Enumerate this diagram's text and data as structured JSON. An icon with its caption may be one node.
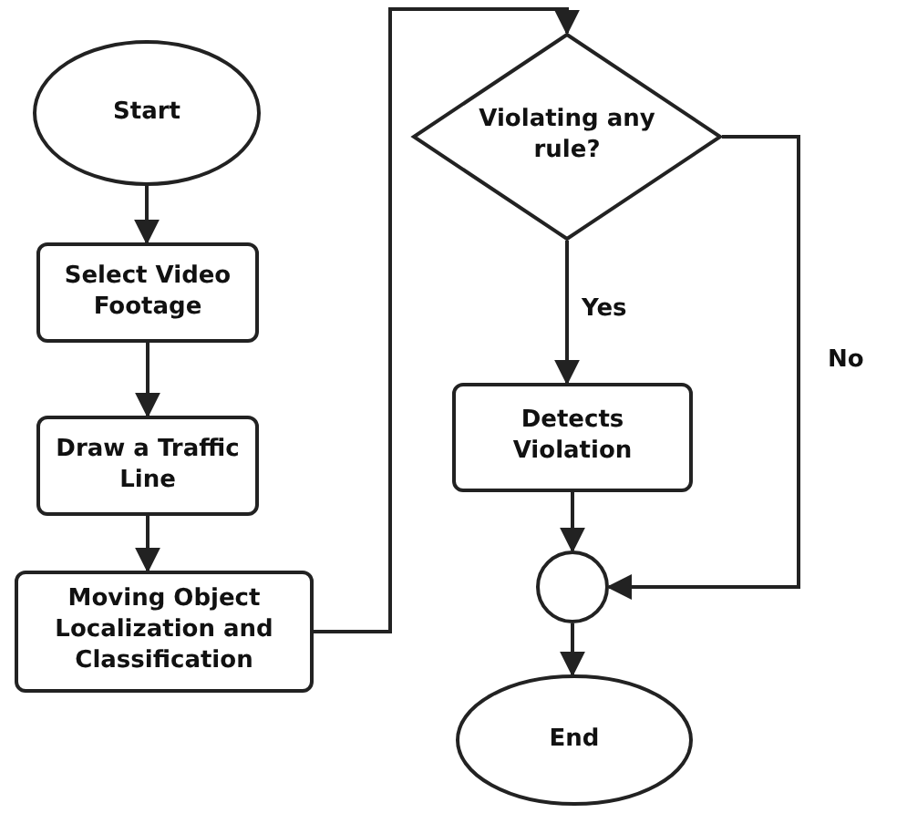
{
  "diagram": {
    "nodes": [
      {
        "text": [
          "Start"
        ]
      },
      {
        "text": [
          "Select Video Footage"
        ]
      },
      {
        "text": [
          "Draw a Traffic Line"
        ]
      },
      {
        "text": [
          "Moving Object Localization and Classification"
        ]
      },
      {
        "text": [
          "Violating any rule?"
        ]
      },
      {
        "text": [
          "Detects Violation"
        ]
      },
      {
        "text": [],
        "shape": "circle"
      },
      {
        "text": [
          "End"
        ]
      }
    ],
    "edges": [
      {
        "from": 0,
        "to": 1,
        "arrow": "to"
      },
      {
        "from": 1,
        "to": 2,
        "arrow": "to"
      },
      {
        "from": 2,
        "to": 3,
        "arrow": "to"
      },
      {
        "from": 3,
        "to": 4,
        "arrow": "to"
      },
      {
        "from": 4,
        "to": 5,
        "arrow": "to",
        "label": "Yes"
      },
      {
        "from": 4,
        "to": 6,
        "arrow": "to",
        "label": "No"
      },
      {
        "from": 5,
        "to": 6,
        "arrow": "to"
      },
      {
        "from": 6,
        "to": 7,
        "arrow": "to"
      }
    ]
  }
}
